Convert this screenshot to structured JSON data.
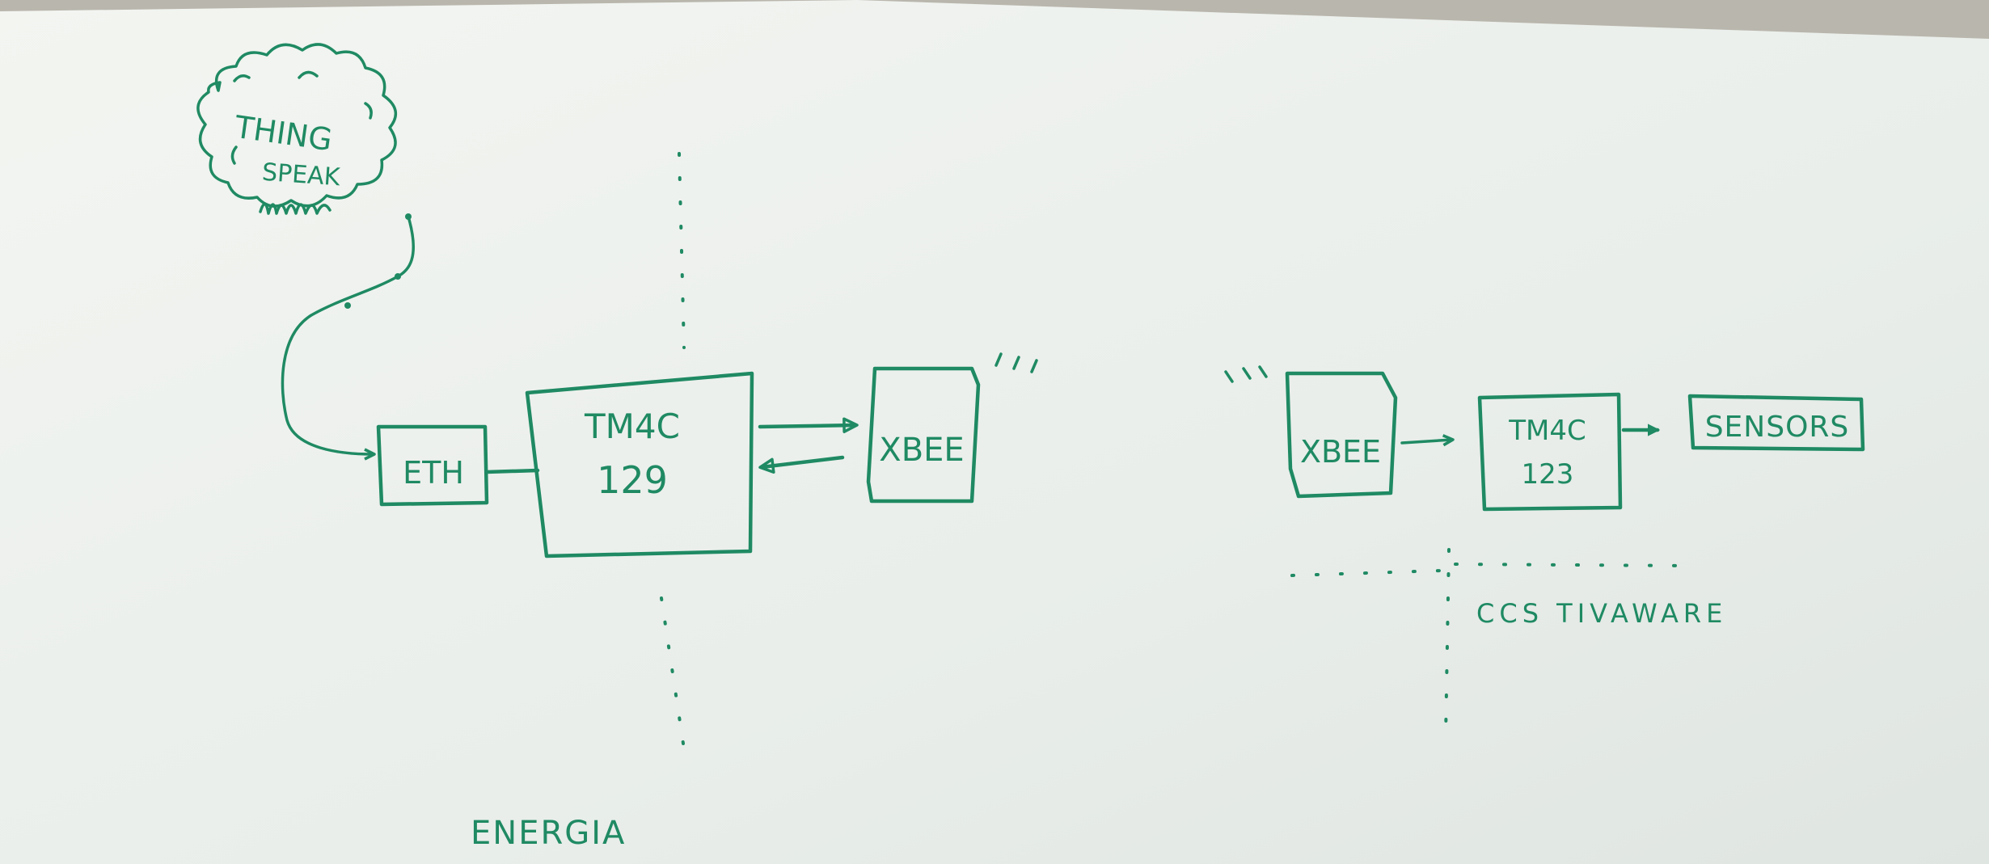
{
  "diagram": {
    "cloud": {
      "line1": "THING",
      "line2": "SPEAK"
    },
    "nodes": {
      "eth": "ETH",
      "tm4c129_line1": "TM4C",
      "tm4c129_line2": "129",
      "xbee_left": "XBEE",
      "xbee_right": "XBEE",
      "tm4c123_line1": "TM4C",
      "tm4c123_line2": "123",
      "sensors": "SENSORS"
    },
    "regions": {
      "left_tool": "ENERGIA",
      "right_tool": "CCS TIVAWARE"
    },
    "colors": {
      "ink": "#1f8a63",
      "paper": "#eef1ec",
      "background": "#b9b6ad"
    }
  }
}
